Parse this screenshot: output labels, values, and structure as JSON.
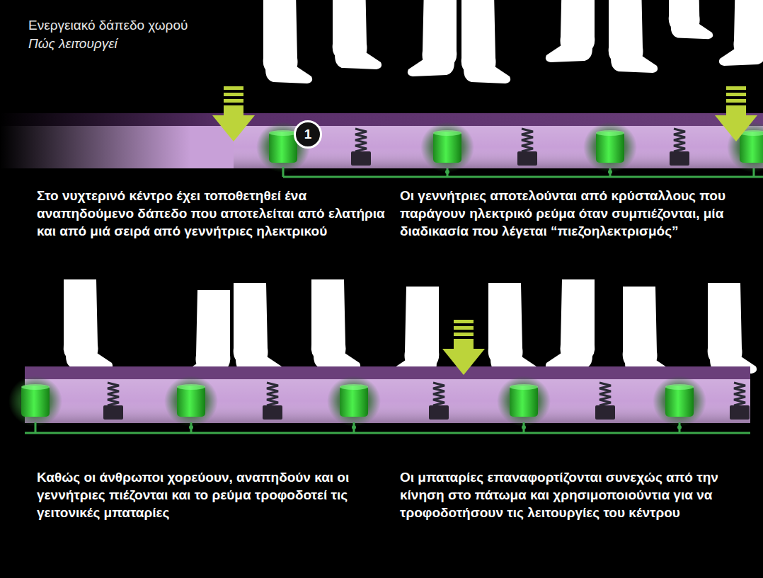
{
  "diagram": {
    "title": "Ενεργειακό δάπεδο χωρού",
    "nodes": [
      {
        "text": [
          "1"
        ]
      }
    ],
    "labels": [
      "Πώς λειτουργεί",
      "Στο νυχτερινό κέντρο έχει τοποθετηθεί ένα αναπηδούμενο δάπεδο που αποτελείται από ελατήρια και από μιά σειρά από γεννήτριες ηλεκτρικού",
      "Οι γεννήτριες αποτελούνται από κρύσταλλους που παράγουν ηλεκτρικό ρεύμα όταν συμπιέζονται, μία διαδικασία που λέγεται “πιεζοηλεκτρισμός”",
      "Καθώς οι άνθρωποι χορεύουν, αναπηδούν και οι γεννήτριες πιέζονται και το ρεύμα τροφοδοτεί τις γειτονικές μπαταρίες",
      "Οι μπαταρίες επαναφορτίζονται συνεχώς από την κίνηση στο πάτωμα και χρησιμοποιούντια για να τροφοδοτήσουν τις λειτουργίες του κέντρου"
    ]
  }
}
